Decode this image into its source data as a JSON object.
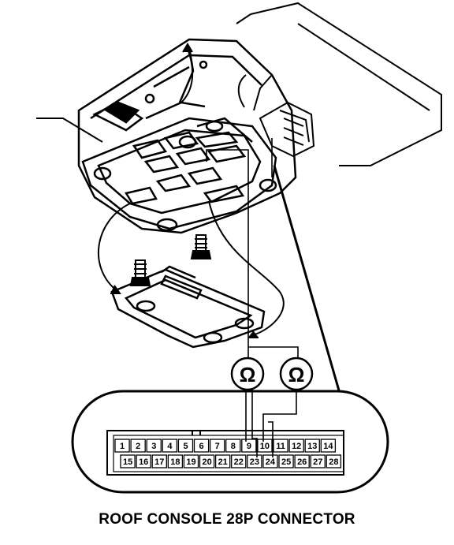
{
  "diagram": {
    "caption": "ROOF CONSOLE 28P CONNECTOR",
    "meter_symbol": "Ω",
    "connector": {
      "top_row": [
        "1",
        "2",
        "3",
        "4",
        "5",
        "6",
        "7",
        "8",
        "9",
        "10",
        "11",
        "12",
        "13",
        "14"
      ],
      "bottom_row": [
        "15",
        "16",
        "17",
        "18",
        "19",
        "20",
        "21",
        "22",
        "23",
        "24",
        "25",
        "26",
        "27",
        "28"
      ]
    },
    "probe_pairs": [
      {
        "meter": "Ω",
        "pins": [
          "9",
          "23"
        ]
      },
      {
        "meter": "Ω",
        "pins": [
          "10",
          "24"
        ]
      }
    ]
  }
}
